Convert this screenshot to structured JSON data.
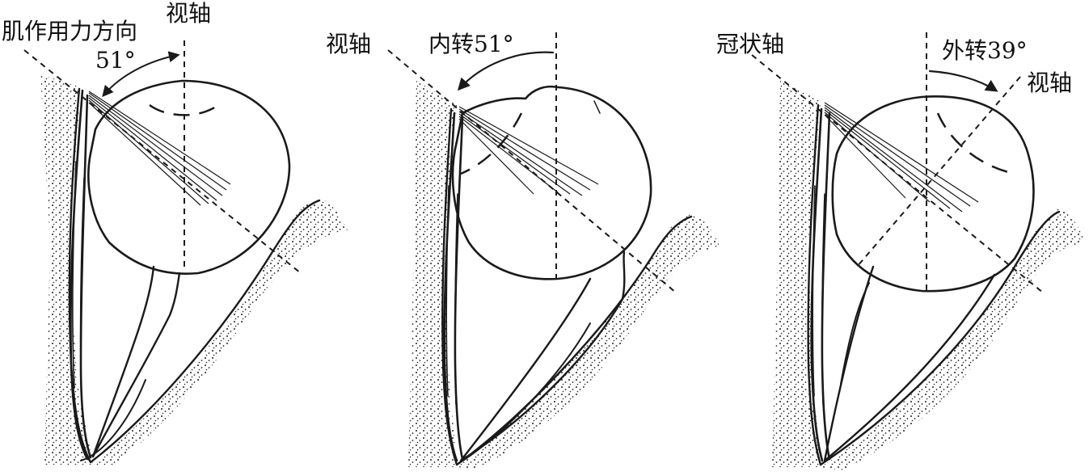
{
  "panels": [
    {
      "labels": {
        "muscle_direction": "肌作用力方向",
        "visual_axis": "视轴",
        "angle": "51°"
      }
    },
    {
      "labels": {
        "visual_axis": "视轴",
        "rotation": "内转51°"
      }
    },
    {
      "labels": {
        "coronal_axis": "冠状轴",
        "rotation": "外转39°",
        "visual_axis": "视轴"
      }
    }
  ],
  "colors": {
    "ink": "#1a1a1a",
    "background": "#ffffff"
  }
}
